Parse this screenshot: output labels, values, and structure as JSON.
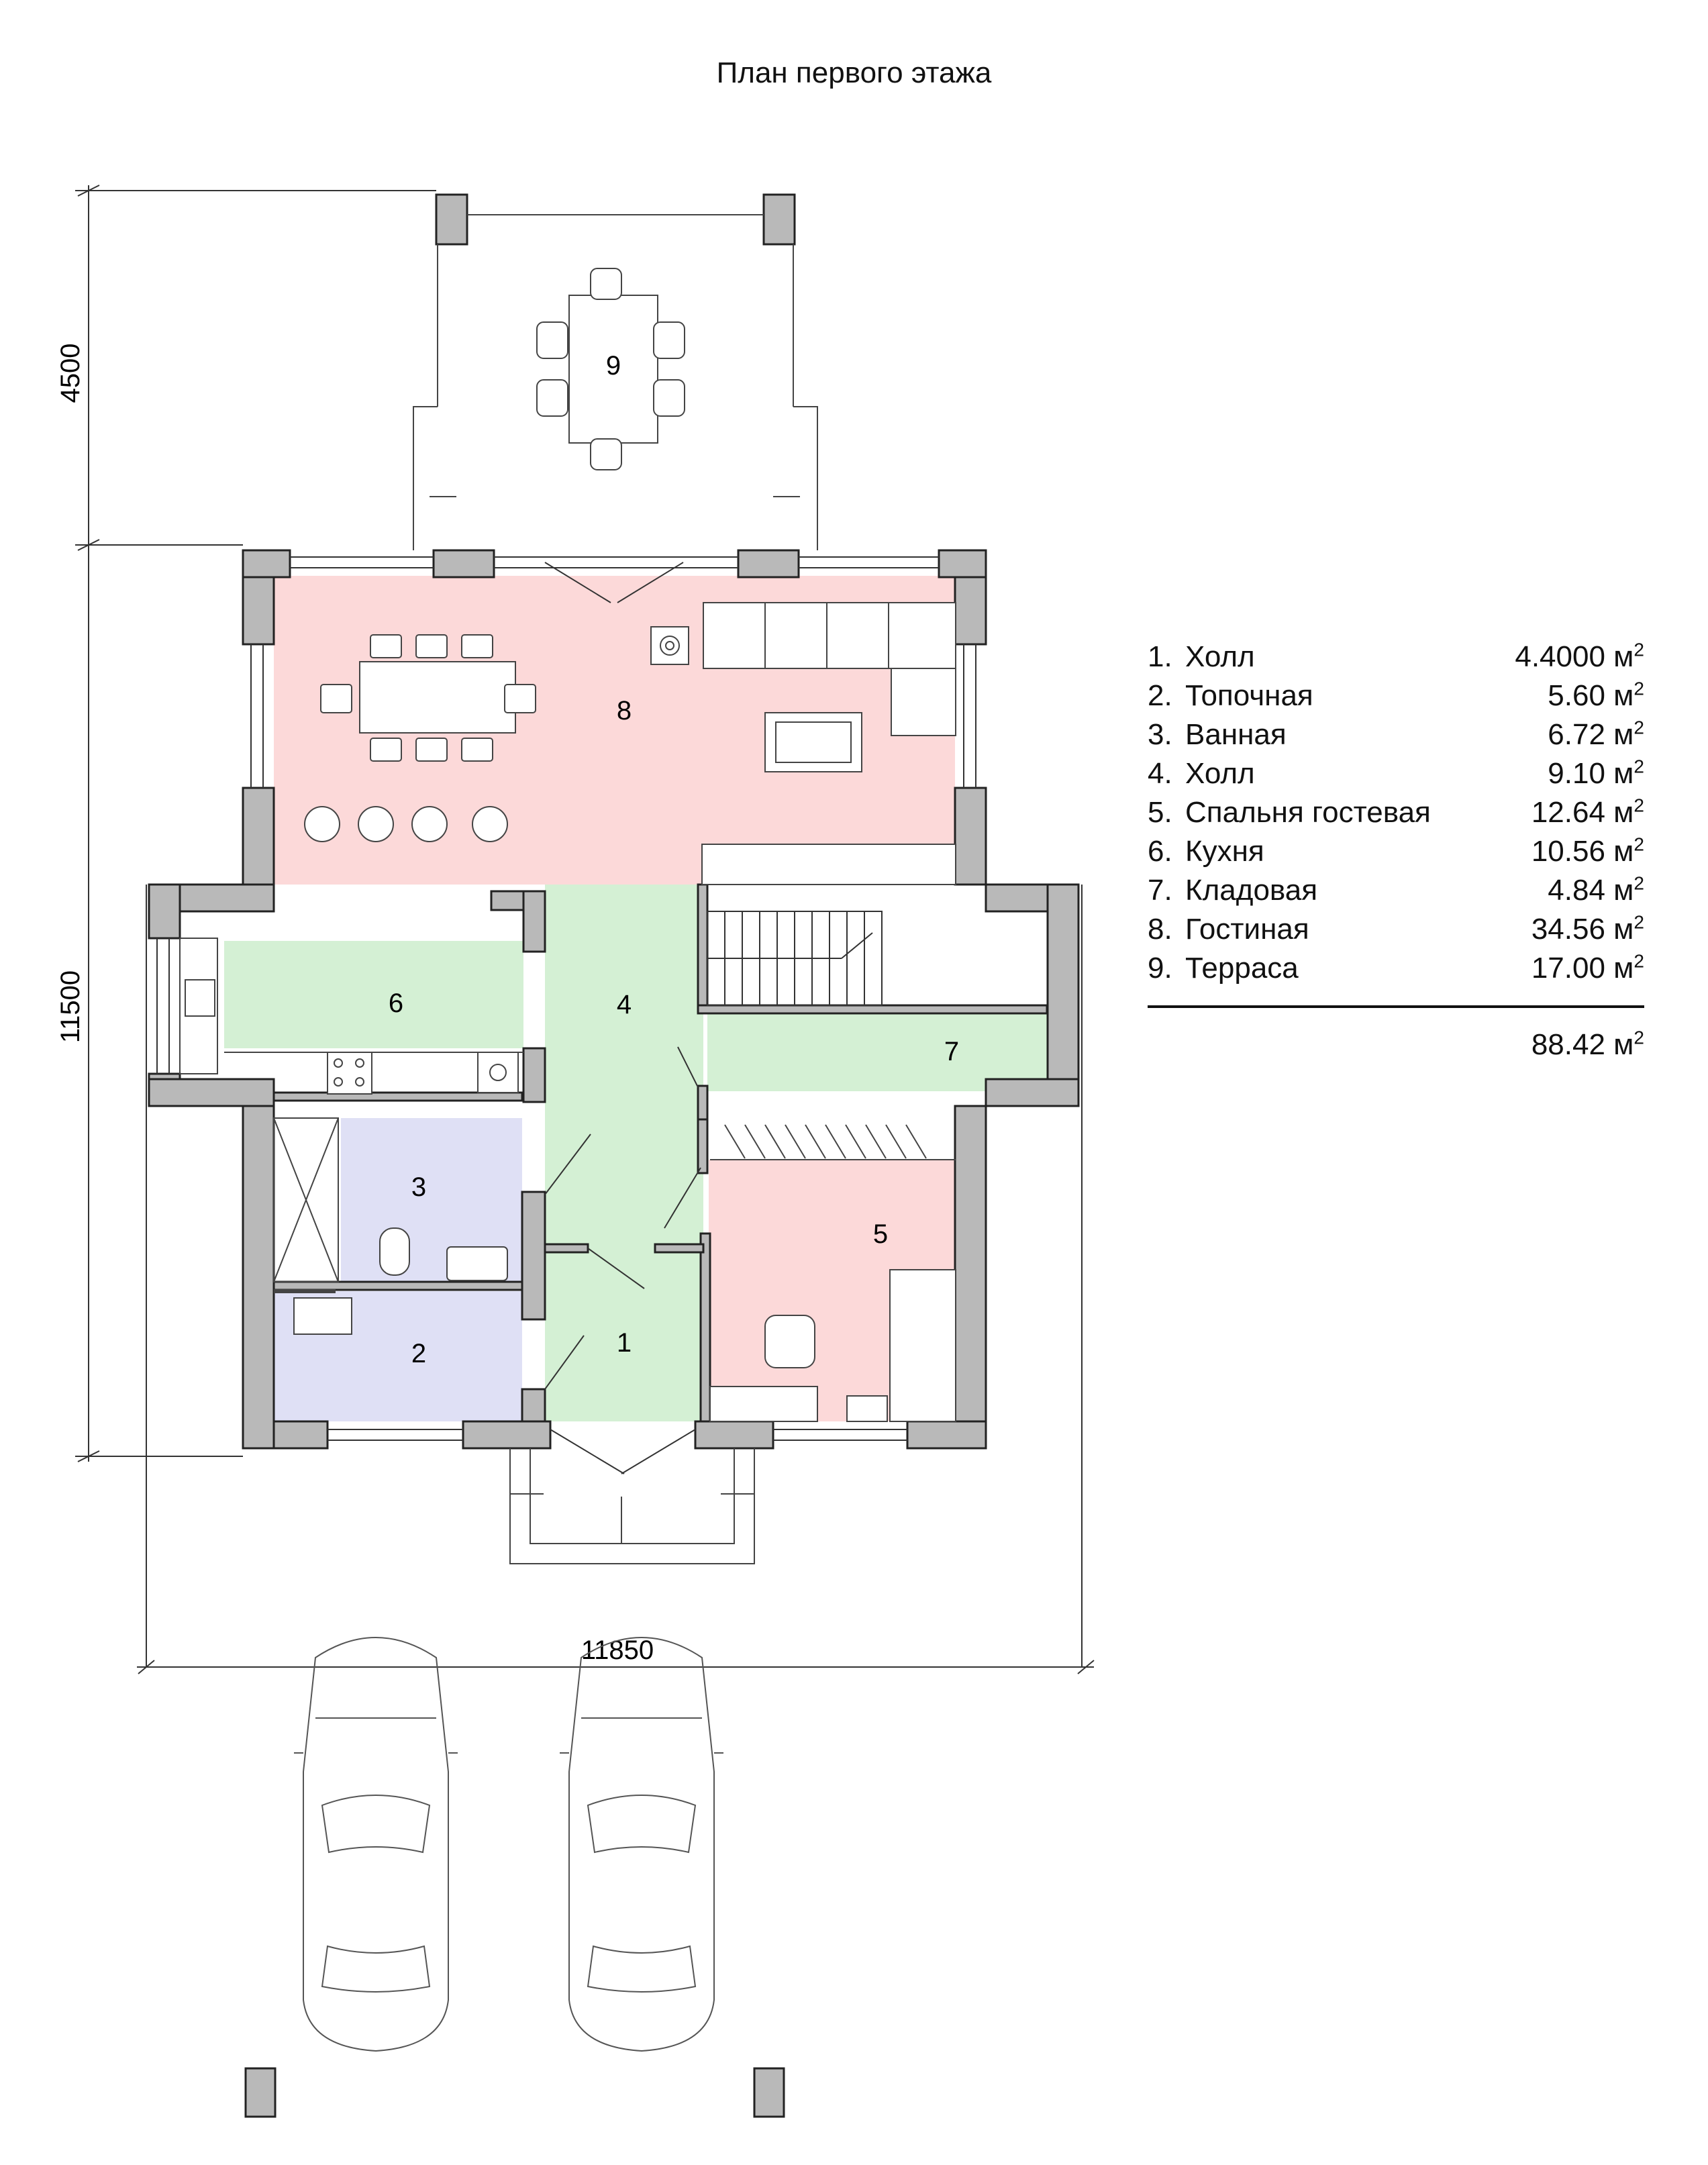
{
  "title": "План первого этажа",
  "dimensions": {
    "terrace_depth": "4500",
    "house_depth": "11500",
    "house_width": "11850"
  },
  "rooms": [
    {
      "num": "1",
      "index": "1.",
      "name": "Холл",
      "area": "4.4000",
      "unit": "м",
      "color": "#d4f0d4"
    },
    {
      "num": "2",
      "index": "2.",
      "name": "Топочная",
      "area": "5.60",
      "unit": "м",
      "color": "#dfe0f5"
    },
    {
      "num": "3",
      "index": "3.",
      "name": "Ванная",
      "area": "6.72",
      "unit": "м",
      "color": "#dfe0f5"
    },
    {
      "num": "4",
      "index": "4.",
      "name": "Холл",
      "area": "9.10",
      "unit": "м",
      "color": "#d4f0d4"
    },
    {
      "num": "5",
      "index": "5.",
      "name": "Спальня гостевая",
      "area": "12.64",
      "unit": "м",
      "color": "#fcd9d9"
    },
    {
      "num": "6",
      "index": "6.",
      "name": "Кухня",
      "area": "10.56",
      "unit": "м",
      "color": "#d4f0d4"
    },
    {
      "num": "7",
      "index": "7.",
      "name": "Кладовая",
      "area": "4.84",
      "unit": "м",
      "color": "#d4f0d4"
    },
    {
      "num": "8",
      "index": "8.",
      "name": "Гостиная",
      "area": "34.56",
      "unit": "м",
      "color": "#fcd9d9"
    },
    {
      "num": "9",
      "index": "9.",
      "name": "Терраса",
      "area": "17.00",
      "unit": "м",
      "color": "#ffffff"
    }
  ],
  "total": {
    "area": "88.42",
    "unit": "м"
  },
  "colors": {
    "wall": "#b9b9b9",
    "wall_stroke": "#222222",
    "line": "#444444"
  }
}
